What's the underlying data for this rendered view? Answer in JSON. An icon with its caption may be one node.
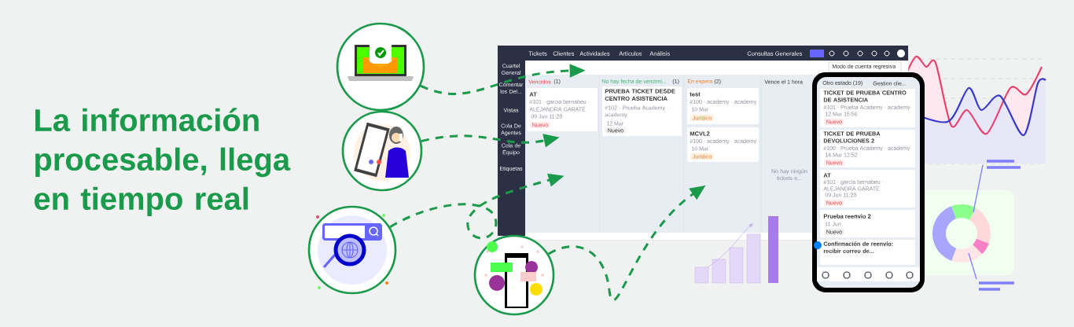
{
  "diagram": {
    "title": "La información procesable, llega en tiempo real",
    "nodes": [
      {
        "text": [],
        "shape": "picture"
      },
      {
        "text": [],
        "shape": "picture"
      },
      {
        "text": [],
        "shape": "picture"
      },
      {
        "text": [],
        "shape": "picture"
      },
      {
        "text": [],
        "shape": "picture"
      }
    ],
    "edges": [
      {
        "from": 0,
        "to": 4,
        "arrow": "to",
        "style": "dashed"
      },
      {
        "from": 1,
        "to": 4,
        "arrow": "to",
        "style": "dashed"
      },
      {
        "from": 2,
        "to": 4,
        "arrow": "to",
        "style": "dashed"
      },
      {
        "from": 3,
        "to": 4,
        "arrow": "to",
        "style": "dashed"
      }
    ],
    "labels": [
      "Tickets",
      "Clientes",
      "Actividades",
      "Artículos",
      "Análisis",
      "Consultas Generales",
      "Cuartel General",
      "Comentar los Del...",
      "Vistas",
      "Cola De Agentes",
      "Cola de Equipo",
      "Etiquetas",
      "Modo de cuenta regresiva",
      "Vencidos",
      "(1)",
      "No hay fecha de vencimi...",
      "(1)",
      "En espera",
      "(2)",
      "Vence el 1 hora",
      "AT",
      "#101 · garcia bernabeu ·",
      "ALEJANDRA GARATE",
      "09 Jun 11:28",
      "Nuevo",
      "PRUEBA TICKET DESDE CENTRO ASISTENCIA",
      "#102 · Prueba Academy · academy",
      "12 Mar",
      "Nuevo",
      "test",
      "#100 · academy · academy",
      "10 Mar",
      "Jurídico",
      "MCVL2",
      "#100 · academy · academy",
      "10 Mar",
      "Jurídico",
      "No hay ningún tickets e...",
      "Otro estado (19)",
      "Gestion clie...",
      "TICKET DE PRUEBA CENTRO DE ASISTENCIA",
      "#101 · Prueba Academy · academy",
      "12 Mar 15:56",
      "Nuevo",
      "TICKET DE PRUEBA DEVOLUCIONES 2",
      "#100 · Prueba Academy · academy",
      "14 Mar 12:52",
      "Nuevo",
      "AT",
      "#101 · garcia bernabeu ·",
      "ALEJANDRA GARATE",
      "09 Jun 11:28",
      "Nuevo",
      "Prueba reenvio 2",
      "11 Jun",
      "Nuevo",
      "Confirmación de reenvío: recibir correo de..."
    ]
  }
}
